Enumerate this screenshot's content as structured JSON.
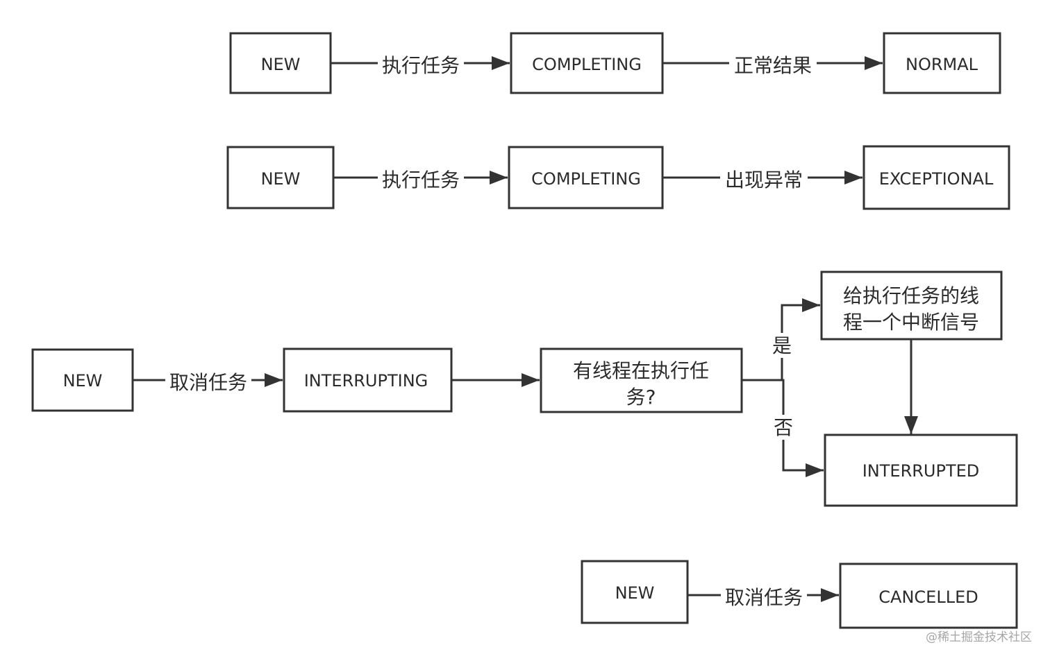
{
  "nodes": {
    "r1_new": "NEW",
    "r1_completing": "COMPLETING",
    "r1_normal": "NORMAL",
    "r2_new": "NEW",
    "r2_completing": "COMPLETING",
    "r2_exceptional": "EXCEPTIONAL",
    "r3_new": "NEW",
    "r3_interrupting": "INTERRUPTING",
    "r3_decision": [
      "有线程在执行任",
      "务?"
    ],
    "r3_interrupt_thread": [
      "给执行任务的线",
      "程一个中断信号"
    ],
    "r3_interrupted": "INTERRUPTED",
    "r4_new": "NEW",
    "r4_cancelled": "CANCELLED"
  },
  "edges": {
    "r1_execute": "执行任务",
    "r1_normal_result": "正常结果",
    "r2_execute": "执行任务",
    "r2_exception": "出现异常",
    "r3_cancel": "取消任务",
    "r3_yes": "是",
    "r3_no": "否",
    "r4_cancel": "取消任务"
  },
  "watermark": "@稀土掘金技术社区",
  "colors": {
    "stroke": "#333333",
    "text": "#2b2b2b",
    "watermark": "#a6a6a6"
  }
}
